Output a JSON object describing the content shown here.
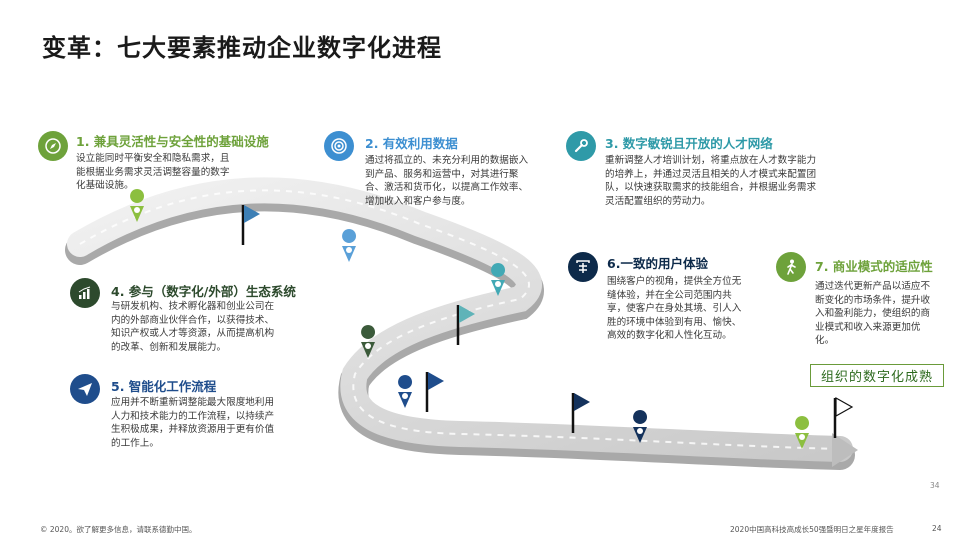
{
  "title": "变革：七大要素推动企业数字化进程",
  "items": [
    {
      "title": "1. 兼具灵活性与安全性的基础设施",
      "text": [
        "设立能同时平衡安全和隐私需求，且",
        "能根据业务需求灵活调整容量的数字",
        "化基础设施。"
      ],
      "icon": "compass-icon",
      "color": "#6ea23b"
    },
    {
      "title": "2. 有效利用数据",
      "text": [
        "通过将孤立的、未充分利用的数据嵌入",
        "到产品、服务和运营中，对其进行聚",
        "合、激活和货币化，以提高工作效率、",
        "增加收入和客户参与度。"
      ],
      "icon": "target-icon",
      "color": "#3d8fd1"
    },
    {
      "title": "3. 数字敏锐且开放的人才网络",
      "text": [
        "重新调整人才培训计划，将重点放在人才数字能力",
        "的培养上，并通过灵活且相关的人才模式来配置团",
        "队，以快速获取需求的技能组合，并根据业务需求",
        "灵活配置组织的劳动力。"
      ],
      "icon": "wrench-icon",
      "color": "#2f9aa8"
    },
    {
      "title": "4. 参与（数字化/外部）生态系统",
      "text": [
        "与研发机构、技术孵化器和创业公司在",
        "内的外部商业伙伴合作，以获得技术、",
        "知识产权或人才等资源，从而提高机构",
        "的改革、创新和发展能力。"
      ],
      "icon": "bar-chart-icon",
      "color": "#2d4a2d"
    },
    {
      "title": "5. 智能化工作流程",
      "text": [
        "应用并不断重新调整能最大限度地利用",
        "人力和技术能力的工作流程，以持续产",
        "生积极成果，并释放资源用于更有价值",
        "的工作上。"
      ],
      "icon": "paper-plane-icon",
      "color": "#1f4d8c"
    },
    {
      "title": "6.一致的用户体验",
      "text": [
        "围绕客户的视角，提供全方位无",
        "缝体验，并在全公司范围内共",
        "享，使客户在身处其境、引人入",
        "胜的环境中体验到有用、愉快、",
        "高效的数字化和人性化互动。"
      ],
      "icon": "person-frame-icon",
      "color": "#0d2a4a"
    },
    {
      "title": "7. 商业模式的适应性",
      "text": [
        "通过迭代更新产品以适应不",
        "断变化的市场条件，提升收",
        "入和盈利能力，使组织的商",
        "业模式和收入来源更加优",
        "化。"
      ],
      "icon": "walking-person-icon",
      "color": "#6ea23b"
    }
  ],
  "outcome_label": "组织的数字化成熟",
  "page_number_small": "34",
  "footer": {
    "left": "© 2020。欲了解更多信息，请联系德勤中国。",
    "right": "2020中国高科技高成长50强暨明日之星年度报告",
    "page": "24"
  },
  "colors": {
    "green": "#6ea23b",
    "blue": "#3d8fd1",
    "teal": "#2f9aa8",
    "navy": "#1a3d6e",
    "dark_green": "#2d4a2d"
  }
}
